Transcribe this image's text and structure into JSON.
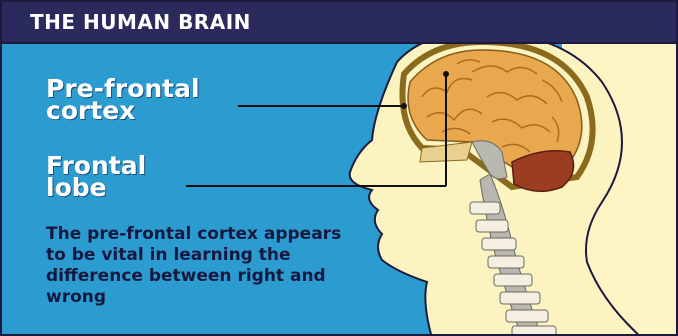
{
  "title": "THE HUMAN BRAIN",
  "labels": {
    "prefrontal_line1": "Pre-frontal",
    "prefrontal_line2": "cortex",
    "frontal_line1": "Frontal",
    "frontal_line2": "lobe"
  },
  "caption": "The pre-frontal cortex appears to be vital in learning the difference between right and wrong",
  "colors": {
    "title_bg": "#2b2a5d",
    "background": "#2c9bd0",
    "skin": "#fbf3c0",
    "brain": "#e8a94e",
    "cerebellum": "#9a3d21",
    "spine": "#b8b8b0"
  }
}
